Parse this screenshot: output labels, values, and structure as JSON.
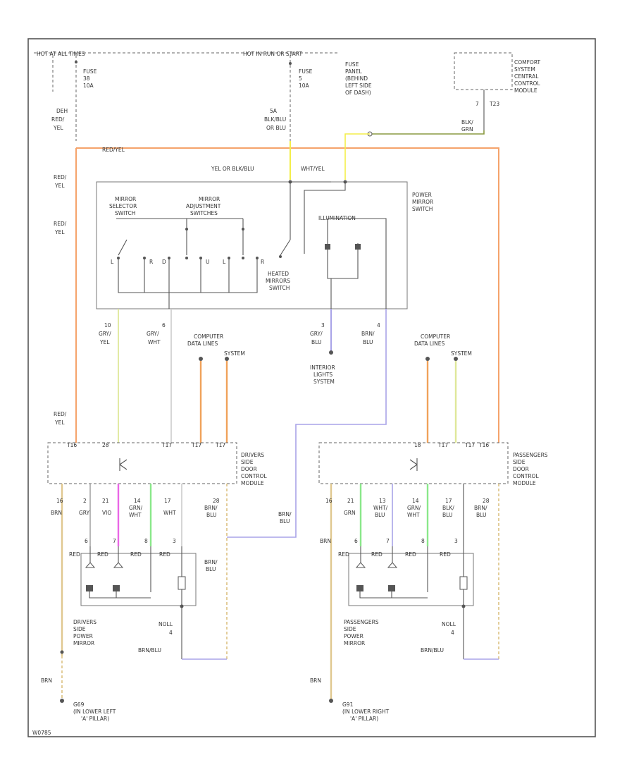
{
  "labels": {
    "hot_at_all_times": "HOT AT ALL TIMES",
    "hot_run_start": "HOT IN RUN OR START",
    "fuse_left_1": "FUSE",
    "fuse_left_2": "38",
    "fuse_left_3": "10A",
    "fuse_mid_1": "FUSE",
    "fuse_mid_2": "5",
    "fuse_mid_3": "10A",
    "fuse_panel_1": "FUSE",
    "fuse_panel_2": "PANEL",
    "fuse_panel_3": "(BEHIND",
    "fuse_panel_4": "LEFT SIDE",
    "fuse_panel_5": "OF DASH)",
    "comfort_1": "COMFORT",
    "comfort_2": "SYSTEM",
    "comfort_3": "CENTRAL",
    "comfort_4": "CONTROL",
    "comfort_5": "MODULE",
    "comfort_pin": "T23",
    "comfort_pin_no": "7",
    "comfort_wire_1": "BLK/",
    "comfort_wire_2": "GRN",
    "left_top_1": "DEH",
    "left_top_2": "RED/",
    "left_top_3": "YEL",
    "left_mid_1": "RED/",
    "left_mid_2": "YEL",
    "left_low_1": "RED/",
    "left_low_2": "YEL",
    "left_bot_1": "RED/",
    "left_bot_2": "YEL",
    "mid_wire_1": "5A",
    "mid_wire_2": "BLK/BLU",
    "mid_wire_3": "OR BLU",
    "horiz_redyel": "RED/YEL",
    "yel_or_blk": "YEL OR BLK/BLU",
    "wht_yel": "WHT/YEL",
    "power_mirror_1": "POWER",
    "power_mirror_2": "MIRROR",
    "power_mirror_3": "SWITCH",
    "mirror_sel_1": "MIRROR",
    "mirror_sel_2": "SELECTOR",
    "mirror_sel_3": "SWITCH",
    "mirror_adj_1": "MIRROR",
    "mirror_adj_2": "ADJUSTMENT",
    "mirror_adj_3": "SWITCHES",
    "illumination": "ILLUMINATION",
    "heated_1": "HEATED",
    "heated_2": "MIRRORS",
    "heated_3": "SWITCH",
    "sw_L": "L",
    "sw_R": "R",
    "sw_D": "D",
    "sw_U": "U",
    "sw_L2": "L",
    "sw_R2": "R",
    "w10_1": "10",
    "w10_2": "GRY/",
    "w10_3": "YEL",
    "w6_1": "6",
    "w6_2": "GRY/",
    "w6_3": "WHT",
    "w3_1": "3",
    "w3_2": "GRY/",
    "w3_3": "BLU",
    "w4_1": "4",
    "w4_2": "BRN/",
    "w4_3": "BLU",
    "cdl_left_1": "COMPUTER",
    "cdl_left_2": "DATA LINES",
    "cdl_left_3": "SYSTEM",
    "cdl_right_1": "COMPUTER",
    "cdl_right_2": "DATA LINES",
    "cdl_right_3": "SYSTEM",
    "interior_1": "INTERIOR",
    "interior_2": "LIGHTS",
    "interior_3": "SYSTEM",
    "ddm_1": "DRIVERS",
    "ddm_2": "SIDE",
    "ddm_3": "DOOR",
    "ddm_4": "CONTROL",
    "ddm_5": "MODULE",
    "pdm_1": "PASSENGERS",
    "pdm_2": "SIDE",
    "pdm_3": "DOOR",
    "pdm_4": "CONTROL",
    "pdm_5": "MODULE",
    "ddm_pin_t1": "T16",
    "ddm_pin_t2": "28",
    "ddm_pin_t3": "T17",
    "ddm_pin_t4": "T17",
    "ddm_pin_t5": "T17",
    "pdm_pin_t1": "18",
    "pdm_pin_t2": "T17",
    "pdm_pin_t3": "T17",
    "pdm_pin_t4": "T16",
    "d_p16": "16",
    "d_p2": "2",
    "d_p21": "21",
    "d_p14": "14",
    "d_p17": "17",
    "d_p28": "28",
    "d_w1": "BRN",
    "d_w2": "GRY",
    "d_w3": "VIO",
    "d_w4a": "GRN/",
    "d_w4b": "WHT",
    "d_w5": "WHT",
    "d_w6a": "BRN/",
    "d_w6b": "BLU",
    "p_p16": "16",
    "p_p21": "21",
    "p_p13": "13",
    "p_p14": "14",
    "p_p17": "17",
    "p_p28": "28",
    "p_w1": "BRN",
    "p_w2": "GRN",
    "p_w3a": "WHT/",
    "p_w3b": "BLU",
    "p_w4a": "GRN/",
    "p_w4b": "WHT",
    "p_w5a": "BLK/",
    "p_w5b": "BLU",
    "p_w6a": "BRN/",
    "p_w6b": "BLU",
    "mid_brn_blu_1": "BRN/",
    "mid_brn_blu_2": "BLU",
    "d_brn_blu_1": "BRN/",
    "d_brn_blu_2": "BLU",
    "m_pin_6": "6",
    "m_pin_7": "7",
    "m_pin_8": "8",
    "m_pin_3": "3",
    "m_red": "RED",
    "d_mirror_1": "DRIVERS",
    "d_mirror_2": "SIDE",
    "d_mirror_3": "POWER",
    "d_mirror_4": "MIRROR",
    "p_mirror_1": "PASSENGERS",
    "p_mirror_2": "SIDE",
    "p_mirror_3": "POWER",
    "p_mirror_4": "MIRROR",
    "d_noll_1": "NOLL",
    "d_noll_2": "4",
    "p_noll_1": "NOLL",
    "p_noll_2": "4",
    "d_brnblu": "BRN/BLU",
    "p_brnblu": "BRN/BLU",
    "d_gnd_wire": "BRN",
    "p_gnd_wire": "BRN",
    "d_gnd_1": "G69",
    "d_gnd_2": "(IN LOWER LEFT",
    "d_gnd_3": "'A' PILLAR)",
    "p_gnd_1": "G91",
    "p_gnd_2": "(IN LOWER RIGHT",
    "p_gnd_3": "'A' PILLAR)",
    "diagram_id": "W0785"
  },
  "colors": {
    "red_yel": "#f5a36b",
    "yellow": "#f4ee4a",
    "yel_grn": "#dfe89a",
    "orange": "#f0a25a",
    "violet": "#a9a3e8",
    "magenta": "#ea66e6",
    "green": "#8ae88a",
    "tan": "#e0c890",
    "brown_blue": "#a593b4"
  }
}
